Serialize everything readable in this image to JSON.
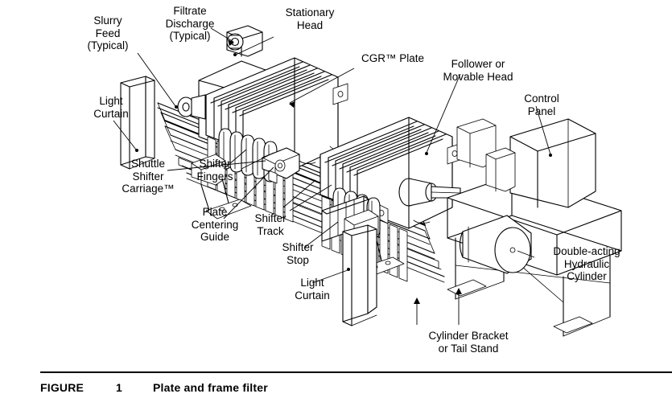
{
  "figure": {
    "caption_label": "FIGURE",
    "caption_number": "1",
    "caption_title": "Plate and frame filter"
  },
  "callouts": [
    {
      "id": "slurry-feed",
      "text": "Slurry\nFeed\n(Typical)"
    },
    {
      "id": "filtrate-discharge",
      "text": "Filtrate\nDischarge\n(Typical)"
    },
    {
      "id": "stationary-head",
      "text": "Stationary\nHead"
    },
    {
      "id": "cgr-plate",
      "text": "CGR™ Plate"
    },
    {
      "id": "follower-movable-head",
      "text": "Follower or\nMovable Head"
    },
    {
      "id": "control-panel",
      "text": "Control\nPanel"
    },
    {
      "id": "light-curtain-left",
      "text": "Light\nCurtain"
    },
    {
      "id": "shuttle-shifter-carriage",
      "text": "Shuttle\nShifter\nCarriage™"
    },
    {
      "id": "shifter-fingers",
      "text": "Shifter\nFingers"
    },
    {
      "id": "plate-centering-guide",
      "text": "Plate\nCentering\nGuide"
    },
    {
      "id": "shifter-track",
      "text": "Shifter\nTrack"
    },
    {
      "id": "shifter-stop",
      "text": "Shifter\nStop"
    },
    {
      "id": "light-curtain-bottom",
      "text": "Light\nCurtain"
    },
    {
      "id": "cylinder-bracket",
      "text": "Cylinder Bracket\nor Tail Stand"
    },
    {
      "id": "hydraulic-cylinder",
      "text": "Double-acting\nHydraulic\nCylinder"
    }
  ],
  "colors": {
    "ink": "#000000",
    "paper": "#ffffff"
  }
}
